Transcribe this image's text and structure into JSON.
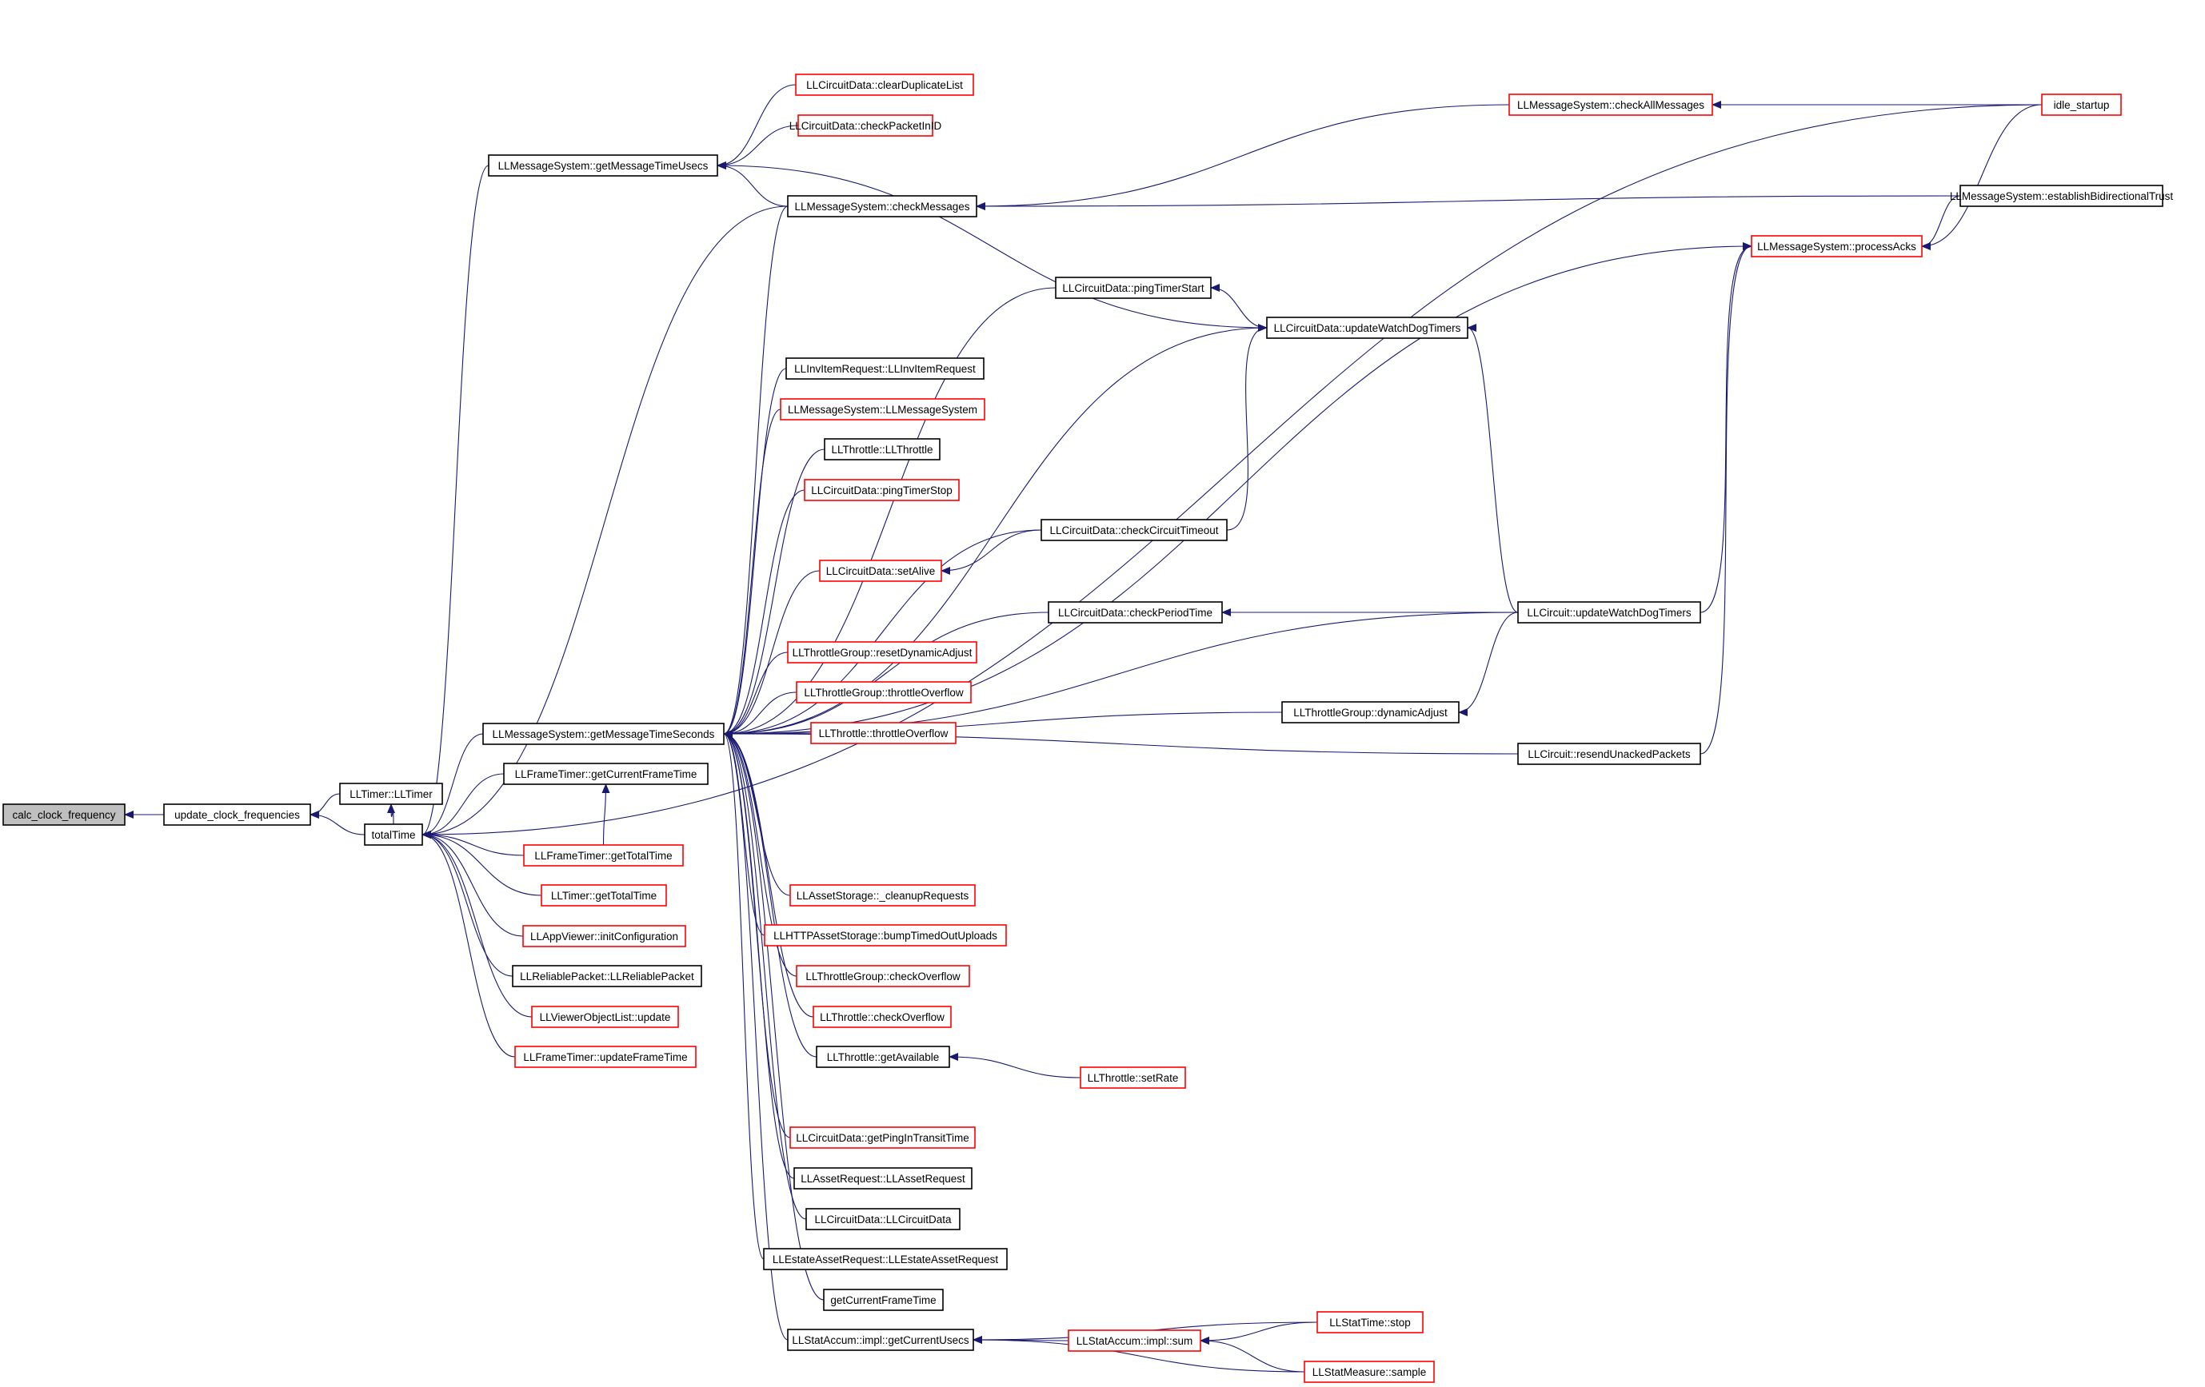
{
  "colors": {
    "edge": "#191970",
    "border_complete": "#000000",
    "border_truncated": "#ff0000",
    "root_fill": "#bfbfbf",
    "node_fill": "#ffffff"
  },
  "nodes": [
    {
      "id": "n0",
      "label": "calc_clock_frequency",
      "style": "root"
    },
    {
      "id": "n1",
      "label": "update_clock_frequencies",
      "style": "black"
    },
    {
      "id": "n2",
      "label": "LLTimer::LLTimer",
      "style": "black"
    },
    {
      "id": "n3",
      "label": "totalTime",
      "style": "black"
    },
    {
      "id": "n4",
      "label": "LLMessageSystem::getMessageTimeUsecs",
      "style": "black"
    },
    {
      "id": "n5",
      "label": "LLMessageSystem::getMessageTimeSeconds",
      "style": "black"
    },
    {
      "id": "n6",
      "label": "LLFrameTimer::getCurrentFrameTime",
      "style": "black"
    },
    {
      "id": "n7",
      "label": "LLFrameTimer::getTotalTime",
      "style": "red"
    },
    {
      "id": "n8",
      "label": "LLTimer::getTotalTime",
      "style": "red"
    },
    {
      "id": "n9",
      "label": "LLAppViewer::initConfiguration",
      "style": "red"
    },
    {
      "id": "n10",
      "label": "LLReliablePacket::LLReliablePacket",
      "style": "black"
    },
    {
      "id": "n11",
      "label": "LLViewerObjectList::update",
      "style": "red"
    },
    {
      "id": "n12",
      "label": "LLFrameTimer::updateFrameTime",
      "style": "red"
    },
    {
      "id": "n13",
      "label": "LLCircuitData::clearDuplicateList",
      "style": "red"
    },
    {
      "id": "n14",
      "label": "LLCircuitData::checkPacketInID",
      "style": "red"
    },
    {
      "id": "n15",
      "label": "LLMessageSystem::checkMessages",
      "style": "black"
    },
    {
      "id": "n16",
      "label": "LLCircuitData::pingTimerStart",
      "style": "black"
    },
    {
      "id": "n17",
      "label": "LLInvItemRequest::LLInvItemRequest",
      "style": "black"
    },
    {
      "id": "n18",
      "label": "LLMessageSystem::LLMessageSystem",
      "style": "red"
    },
    {
      "id": "n19",
      "label": "LLThrottle::LLThrottle",
      "style": "black"
    },
    {
      "id": "n20",
      "label": "LLCircuitData::pingTimerStop",
      "style": "red"
    },
    {
      "id": "n21",
      "label": "LLCircuitData::setAlive",
      "style": "red"
    },
    {
      "id": "n22",
      "label": "LLThrottleGroup::resetDynamicAdjust",
      "style": "red"
    },
    {
      "id": "n23",
      "label": "LLThrottleGroup::throttleOverflow",
      "style": "red"
    },
    {
      "id": "n24",
      "label": "LLThrottle::throttleOverflow",
      "style": "red"
    },
    {
      "id": "n25",
      "label": "LLAssetStorage::_cleanupRequests",
      "style": "red"
    },
    {
      "id": "n26",
      "label": "LLHTTPAssetStorage::bumpTimedOutUploads",
      "style": "red"
    },
    {
      "id": "n27",
      "label": "LLThrottleGroup::checkOverflow",
      "style": "red"
    },
    {
      "id": "n28",
      "label": "LLThrottle::checkOverflow",
      "style": "red"
    },
    {
      "id": "n29",
      "label": "LLThrottle::getAvailable",
      "style": "black"
    },
    {
      "id": "n30",
      "label": "LLCircuitData::getPingInTransitTime",
      "style": "red"
    },
    {
      "id": "n31",
      "label": "LLAssetRequest::LLAssetRequest",
      "style": "black"
    },
    {
      "id": "n32",
      "label": "LLCircuitData::LLCircuitData",
      "style": "black"
    },
    {
      "id": "n33",
      "label": "LLEstateAssetRequest::LLEstateAssetRequest",
      "style": "black"
    },
    {
      "id": "n34",
      "label": "getCurrentFrameTime",
      "style": "black"
    },
    {
      "id": "n35",
      "label": "LLStatAccum::impl::getCurrentUsecs",
      "style": "black"
    },
    {
      "id": "n36",
      "label": "LLMessageSystem::checkAllMessages",
      "style": "red"
    },
    {
      "id": "n37",
      "label": "LLCircuitData::updateWatchDogTimers",
      "style": "black"
    },
    {
      "id": "n38",
      "label": "LLCircuitData::checkCircuitTimeout",
      "style": "black"
    },
    {
      "id": "n39",
      "label": "LLCircuitData::checkPeriodTime",
      "style": "black"
    },
    {
      "id": "n40",
      "label": "LLThrottleGroup::dynamicAdjust",
      "style": "black"
    },
    {
      "id": "n41",
      "label": "LLThrottle::setRate",
      "style": "red"
    },
    {
      "id": "n42",
      "label": "LLStatAccum::impl::sum",
      "style": "red"
    },
    {
      "id": "n43",
      "label": "LLStatTime::stop",
      "style": "red"
    },
    {
      "id": "n44",
      "label": "LLStatMeasure::sample",
      "style": "red"
    },
    {
      "id": "n45",
      "label": "idle_startup",
      "style": "red"
    },
    {
      "id": "n46",
      "label": "LLMessageSystem::processAcks",
      "style": "red"
    },
    {
      "id": "n47",
      "label": "LLCircuit::updateWatchDogTimers",
      "style": "black"
    },
    {
      "id": "n48",
      "label": "LLCircuit::resendUnackedPackets",
      "style": "black"
    },
    {
      "id": "n49",
      "label": "LLMessageSystem::establishBidirectionalTrust",
      "style": "black"
    }
  ],
  "edges": [
    [
      "n1",
      "n0"
    ],
    [
      "n2",
      "n1"
    ],
    [
      "n3",
      "n1"
    ],
    [
      "n3",
      "n2"
    ],
    [
      "n4",
      "n3"
    ],
    [
      "n5",
      "n3"
    ],
    [
      "n6",
      "n3"
    ],
    [
      "n7",
      "n3"
    ],
    [
      "n8",
      "n3"
    ],
    [
      "n9",
      "n3"
    ],
    [
      "n10",
      "n3"
    ],
    [
      "n11",
      "n3"
    ],
    [
      "n12",
      "n3"
    ],
    [
      "n15",
      "n3"
    ],
    [
      "n45",
      "n3"
    ],
    [
      "n13",
      "n4"
    ],
    [
      "n14",
      "n4"
    ],
    [
      "n15",
      "n4"
    ],
    [
      "n37",
      "n4"
    ],
    [
      "n15",
      "n5"
    ],
    [
      "n16",
      "n5"
    ],
    [
      "n17",
      "n5"
    ],
    [
      "n18",
      "n5"
    ],
    [
      "n19",
      "n5"
    ],
    [
      "n20",
      "n5"
    ],
    [
      "n21",
      "n5"
    ],
    [
      "n22",
      "n5"
    ],
    [
      "n23",
      "n5"
    ],
    [
      "n24",
      "n5"
    ],
    [
      "n25",
      "n5"
    ],
    [
      "n26",
      "n5"
    ],
    [
      "n27",
      "n5"
    ],
    [
      "n28",
      "n5"
    ],
    [
      "n29",
      "n5"
    ],
    [
      "n30",
      "n5"
    ],
    [
      "n31",
      "n5"
    ],
    [
      "n32",
      "n5"
    ],
    [
      "n33",
      "n5"
    ],
    [
      "n34",
      "n5"
    ],
    [
      "n35",
      "n5"
    ],
    [
      "n37",
      "n5"
    ],
    [
      "n38",
      "n5"
    ],
    [
      "n39",
      "n5"
    ],
    [
      "n40",
      "n5"
    ],
    [
      "n46",
      "n5"
    ],
    [
      "n47",
      "n5"
    ],
    [
      "n48",
      "n5"
    ],
    [
      "n7",
      "n6"
    ],
    [
      "n36",
      "n15"
    ],
    [
      "n49",
      "n15"
    ],
    [
      "n37",
      "n16"
    ],
    [
      "n38",
      "n21"
    ],
    [
      "n41",
      "n29"
    ],
    [
      "n42",
      "n35"
    ],
    [
      "n43",
      "n35"
    ],
    [
      "n44",
      "n35"
    ],
    [
      "n43",
      "n42"
    ],
    [
      "n44",
      "n42"
    ],
    [
      "n45",
      "n36"
    ],
    [
      "n47",
      "n37"
    ],
    [
      "n38",
      "n37"
    ],
    [
      "n47",
      "n39"
    ],
    [
      "n47",
      "n40"
    ],
    [
      "n45",
      "n46"
    ],
    [
      "n49",
      "n46"
    ],
    [
      "n47",
      "n46"
    ],
    [
      "n48",
      "n46"
    ]
  ]
}
